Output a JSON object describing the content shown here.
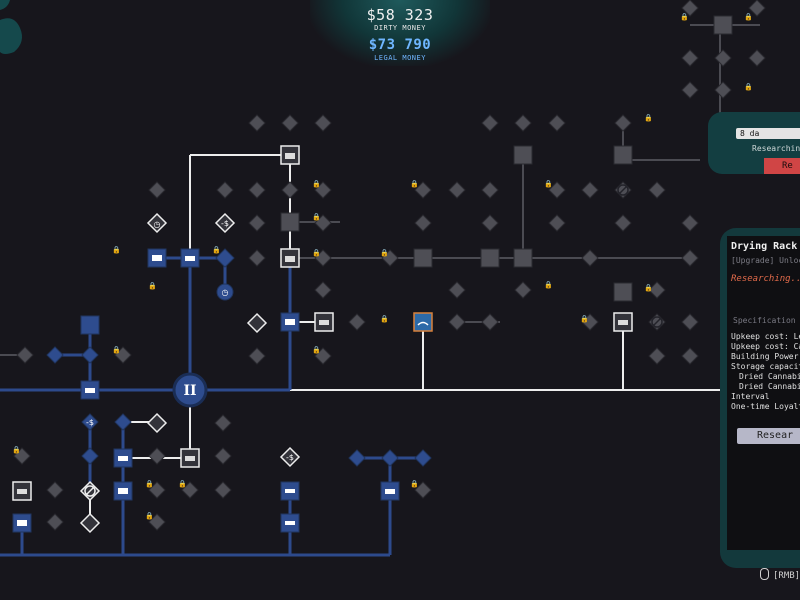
{
  "money": {
    "dirty_value": "$58 323",
    "dirty_label": "DIRTY MONEY",
    "legal_value": "$73 790",
    "legal_label": "LEGAL MONEY"
  },
  "research_panel": {
    "time_value": "8 da",
    "status": "Researching",
    "button_label": "Re"
  },
  "detail_panel": {
    "title": "Drying Rack I",
    "subtitle": "[Upgrade] Unlock",
    "researching": "Researching...",
    "spec_header": "Specification",
    "spec_lines": [
      "Upkeep cost: Le",
      "Upkeep cost: Ca",
      "Building Power",
      "Storage capacit",
      "Dried Cannabi",
      "Dried Cannabi",
      "Interval",
      "One-time Loyalt"
    ],
    "button_label": "Resear"
  },
  "hint": "[RMB]",
  "colors": {
    "background": "#17161c",
    "path_active": "#2d4a8c",
    "path_white": "#ededed",
    "path_gray": "#4b4b52",
    "node_owned": "#2e4c8e",
    "node_locked": "#4e4e55",
    "accent_red": "#d04545",
    "legal_blue": "#6fb6ff",
    "panel_teal": "#13393c"
  }
}
